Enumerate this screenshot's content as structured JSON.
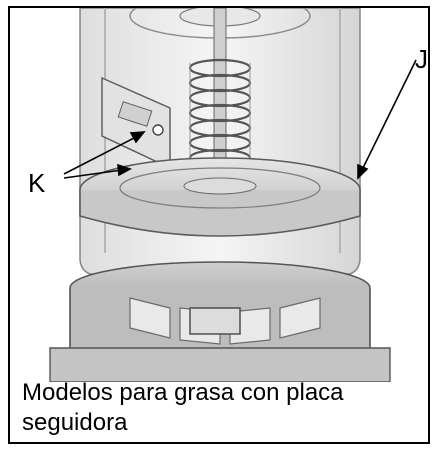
{
  "figure": {
    "caption": "Modelos para grasa con placa seguidora",
    "callouts": {
      "j": "J",
      "k": "K"
    }
  }
}
